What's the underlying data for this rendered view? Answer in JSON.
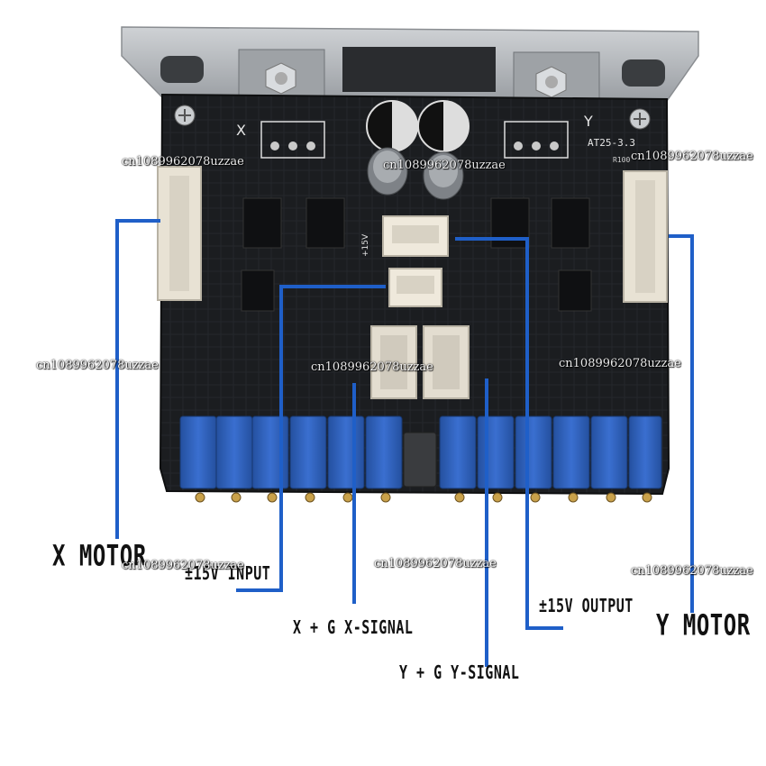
{
  "labels": {
    "x_motor": "X MOTOR",
    "y_motor": "Y MOTOR",
    "input": "±15V INPUT",
    "x_signal": "X + G X-SIGNAL",
    "y_signal": "Y + G Y-SIGNAL",
    "output": "±15V OUTPUT"
  },
  "board_silkscreen": {
    "x": "X",
    "y": "Y",
    "model": "AT25-3.3",
    "plus15": "+15V",
    "r100": "R100"
  },
  "watermark": "cn1089962078uzzae",
  "colors": {
    "board": "#1a1c1f",
    "heatsink": "#b8bcc0",
    "connector": "#e8e2d4",
    "pot": "#2f5fb8",
    "leader_line": "#1f5fc8",
    "label_text": "#111111"
  }
}
